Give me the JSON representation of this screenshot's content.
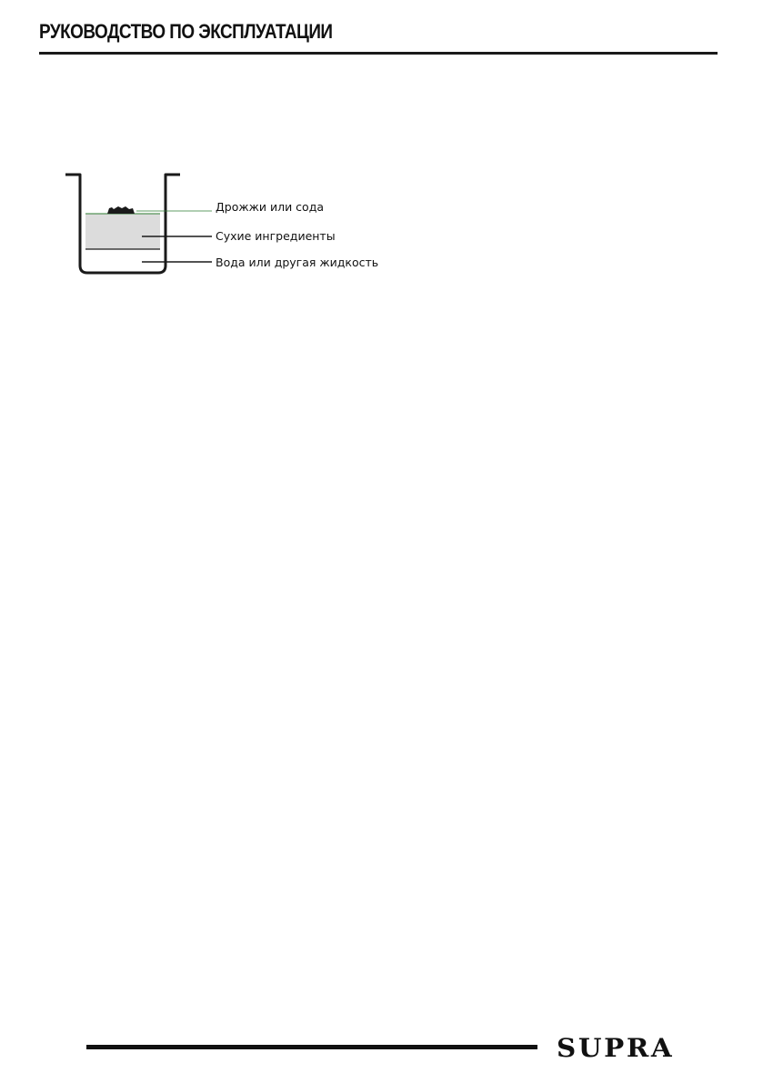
{
  "header": {
    "title": "РУКОВОДСТВО ПО ЭКСПЛУАТАЦИИ"
  },
  "diagram": {
    "labels": {
      "yeast": "Дрожжи или сода",
      "dry": "Сухие ингредиенты",
      "liquid": "Вода или другая жидкость"
    },
    "colors": {
      "dry_fill": "#dcdcdc",
      "outline": "#1a1a1a",
      "yeast_leader": "#2e7d32"
    }
  },
  "footer": {
    "brand": "SUPRA"
  }
}
